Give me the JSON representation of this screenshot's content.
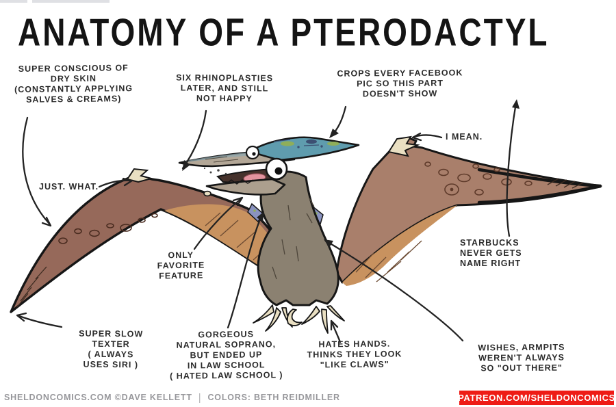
{
  "title": "ANATOMY OF A PTERODACTYL",
  "annotations": {
    "dry_skin": "SUPER CONSCIOUS OF\nDRY SKIN\n(CONSTANTLY APPLYING\nSALVES & CREAMS)",
    "rhinoplasty": "SIX RHINOPLASTIES\nLATER, AND STILL\nNOT HAPPY",
    "facebook": "CROPS EVERY FACEBOOK\nPIC SO THIS PART\nDOESN'T SHOW",
    "i_mean": "I MEAN.",
    "just_what": "JUST. WHAT.",
    "favorite_feature": "ONLY\nFAVORITE\nFEATURE",
    "starbucks": "STARBUCKS\nNEVER GETS\nNAME RIGHT",
    "slow_texter": "SUPER SLOW\nTEXTER\n( ALWAYS\nUSES SIRI )",
    "soprano": "GORGEOUS\nNATURAL SOPRANO,\nBUT ENDED UP\nIN LAW SCHOOL\n( HATED LAW SCHOOL )",
    "hates_hands": "HATES HANDS.\nTHINKS THEY LOOK\n\"LIKE CLAWS\"",
    "armpits": "WISHES, ARMPITS\nWEREN'T ALWAYS\nSO \"OUT THERE\""
  },
  "footer": {
    "site_credit": "SHELDONCOMICS.COM ©DAVE KELLETT",
    "divider": "|",
    "colors_credit": "COLORS: BETH REIDMILLER",
    "patreon_badge": "PATREON.COM/SHELDONCOMICS"
  },
  "illustration": {
    "subject": "cartoon pterodactyl, wings spread, open beak, teal head crest, clawed feet"
  },
  "colors": {
    "accent_red": "#ee1c16",
    "ink": "#1c1c1c",
    "label_ink": "#2b2b2b",
    "footer_gray": "#97979b",
    "wing_brown": "#a97f6b",
    "wing_dark": "#96695a",
    "membrane_tan": "#c8925f",
    "body_gray": "#8b8171",
    "claw_cream": "#e9dfc2",
    "crest_teal": "#5f9cae",
    "crest_green": "#8fae5a",
    "crest_navy": "#3c4f72",
    "tongue_pink": "#e2939e",
    "mouth_dark": "#46322c"
  }
}
